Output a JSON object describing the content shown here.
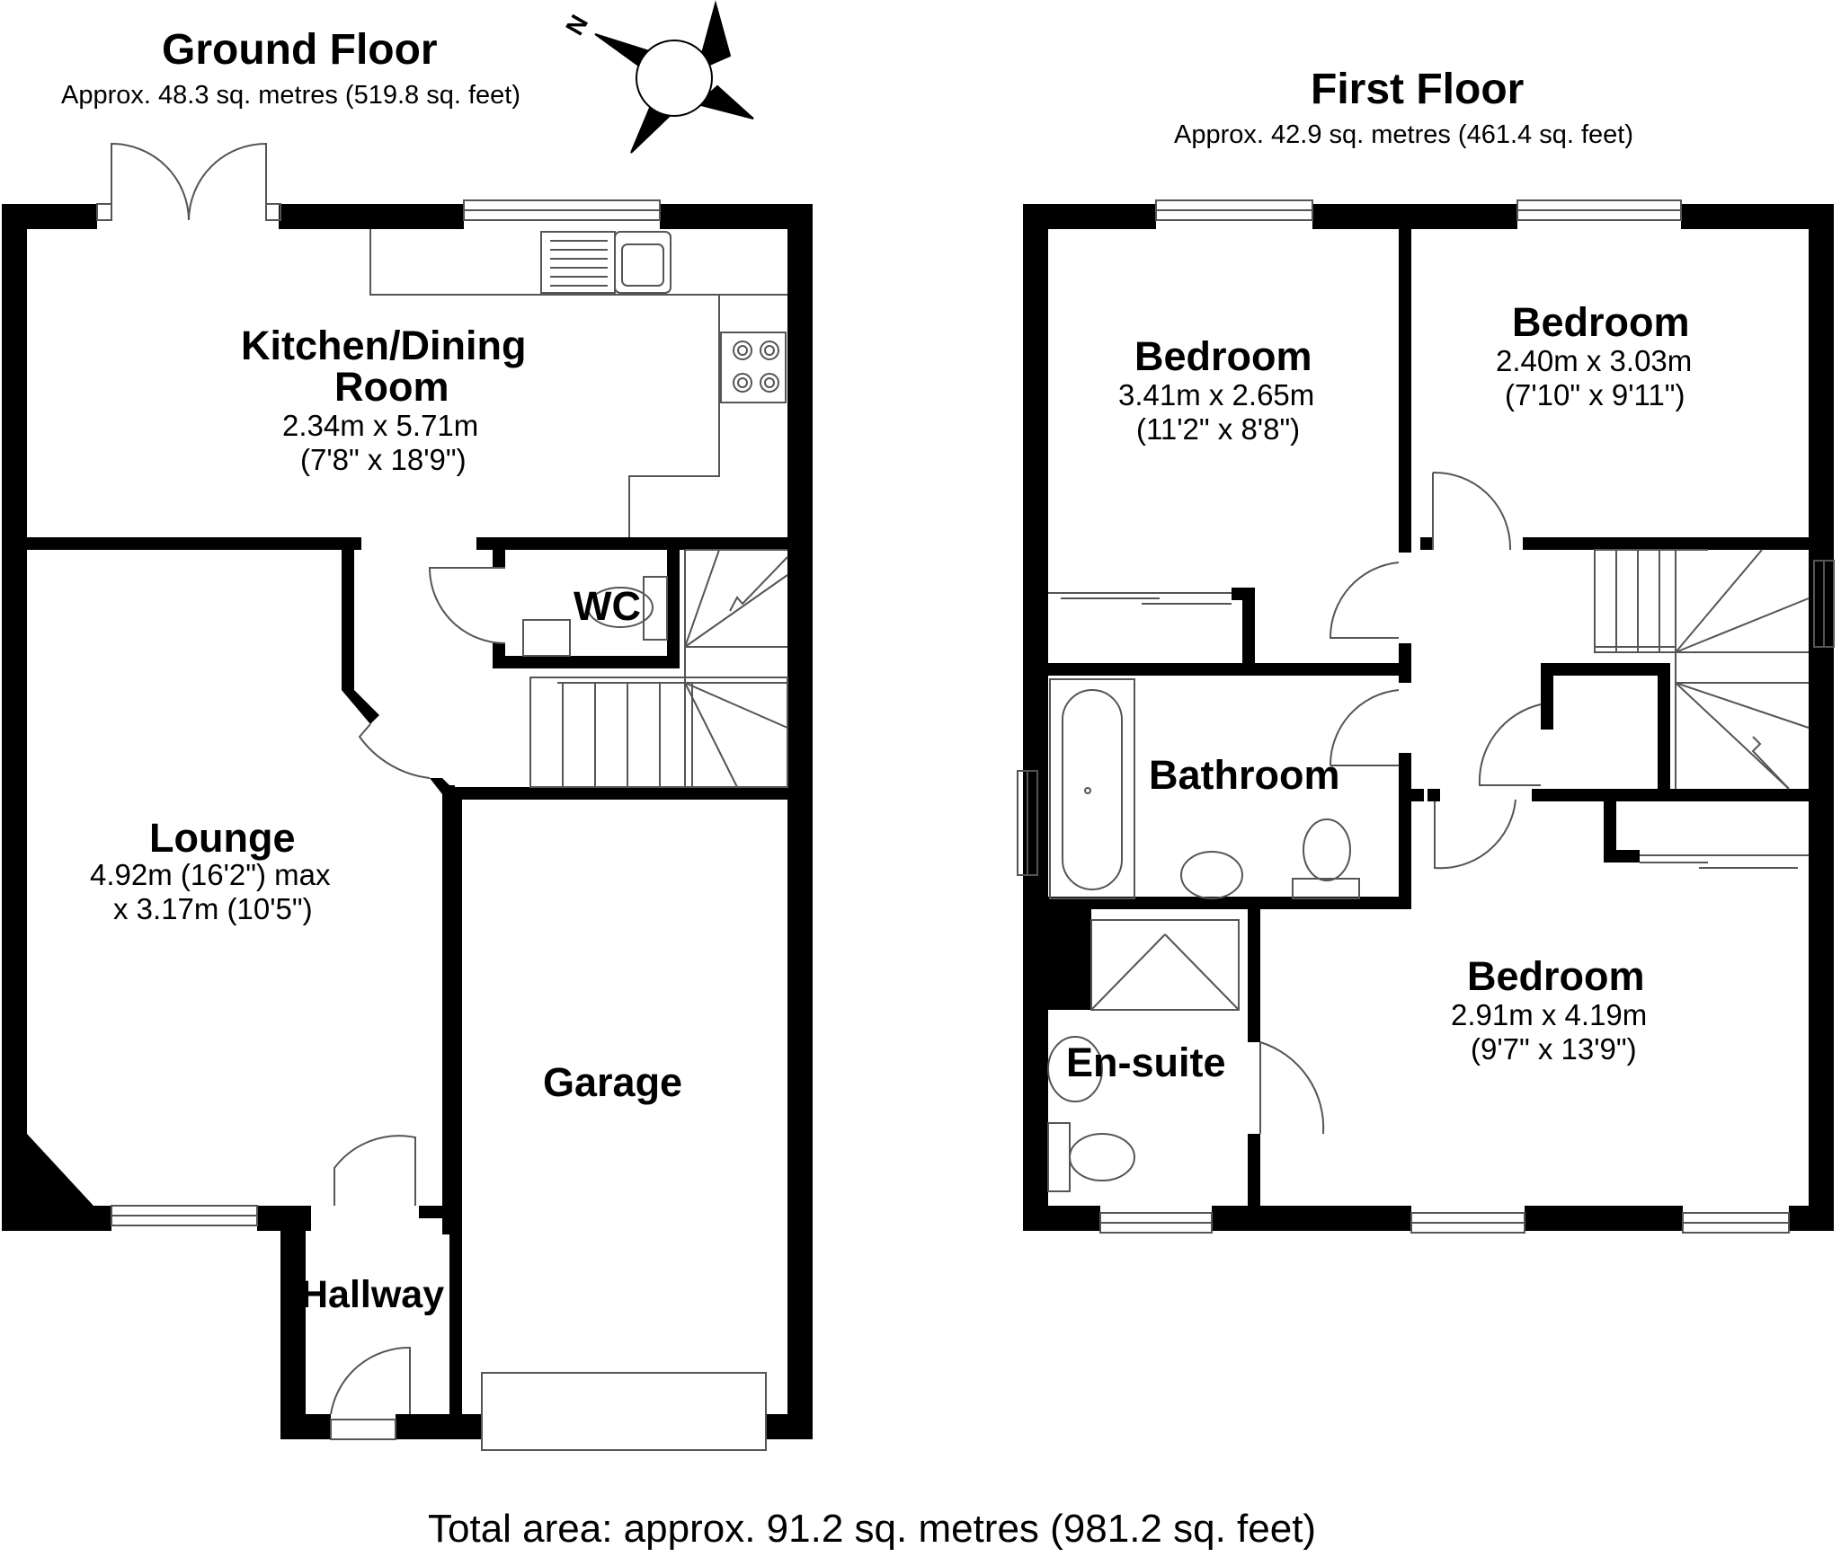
{
  "ground_floor": {
    "title": "Ground Floor",
    "area": "Approx. 48.3 sq. metres (519.8 sq. feet)",
    "rooms": {
      "kitchen": {
        "name_line1": "Kitchen/Dining",
        "name_line2": "Room",
        "dims_m": "2.34m x 5.71m",
        "dims_ft": "(7'8\" x 18'9\")"
      },
      "wc": {
        "name": "WC"
      },
      "lounge": {
        "name": "Lounge",
        "dims_line1": "4.92m (16'2\") max",
        "dims_line2": "x 3.17m (10'5\")"
      },
      "garage": {
        "name": "Garage"
      },
      "hallway": {
        "name": "Hallway"
      }
    }
  },
  "first_floor": {
    "title": "First Floor",
    "area": "Approx. 42.9 sq. metres (461.4 sq. feet)",
    "rooms": {
      "bedroom_left": {
        "name": "Bedroom",
        "dims_m": "3.41m x 2.65m",
        "dims_ft": "(11'2\" x 8'8\")"
      },
      "bedroom_right": {
        "name": "Bedroom",
        "dims_m": "2.40m x 3.03m",
        "dims_ft": "(7'10\" x 9'11\")"
      },
      "bathroom": {
        "name": "Bathroom"
      },
      "ensuite": {
        "name": "En-suite"
      },
      "bedroom_main": {
        "name": "Bedroom",
        "dims_m": "2.91m x 4.19m",
        "dims_ft": "(9'7\" x 13'9\")"
      }
    }
  },
  "compass": {
    "label": "N"
  },
  "total_area": "Total area: approx. 91.2 sq. metres (981.2 sq. feet)",
  "colors": {
    "wall": "#000000",
    "fixture_line": "#666666",
    "background": "#ffffff"
  }
}
